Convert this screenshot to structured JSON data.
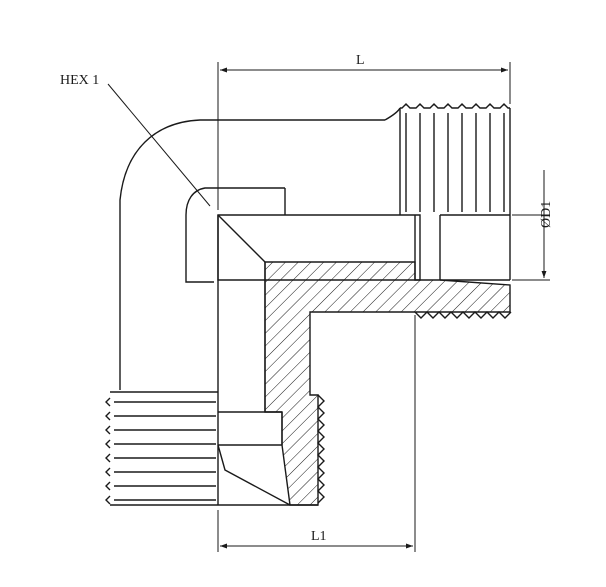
{
  "diagram": {
    "labels": {
      "hex": "HEX 1",
      "length": "L",
      "length1": "L1",
      "diameter": "ØD1"
    },
    "colors": {
      "line": "#1a1a1a",
      "background": "#ffffff"
    }
  }
}
